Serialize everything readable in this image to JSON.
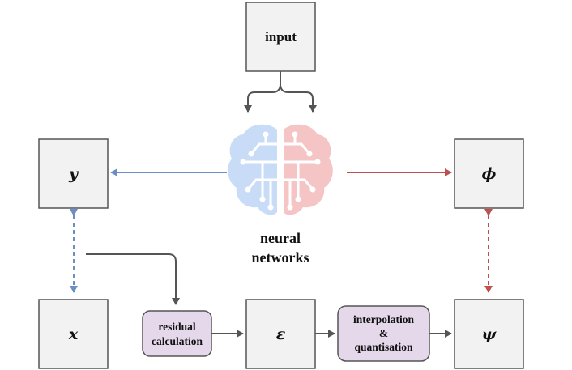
{
  "nodes": {
    "input": {
      "label": "input"
    },
    "y": {
      "label": "y"
    },
    "phi": {
      "label": "ϕ"
    },
    "x": {
      "label": "x"
    },
    "epsilon": {
      "label": "ε"
    },
    "psi": {
      "label": "ψ"
    },
    "residual": {
      "line1": "residual",
      "line2": "calculation"
    },
    "interp": {
      "line1": "interpolation",
      "line2": "&",
      "line3": "quantisation"
    },
    "neural": {
      "line1": "neural",
      "line2": "networks"
    }
  },
  "colors": {
    "box_fill": "#f2f2f2",
    "box_stroke": "#555555",
    "process_fill": "#e4d8ea",
    "process_stroke": "#555555",
    "arrow_gray": "#555555",
    "arrow_blue": "#6b8fc4",
    "arrow_red": "#c0504d",
    "brain_blue": "#c9dcf7",
    "brain_red": "#f5c4c4"
  }
}
